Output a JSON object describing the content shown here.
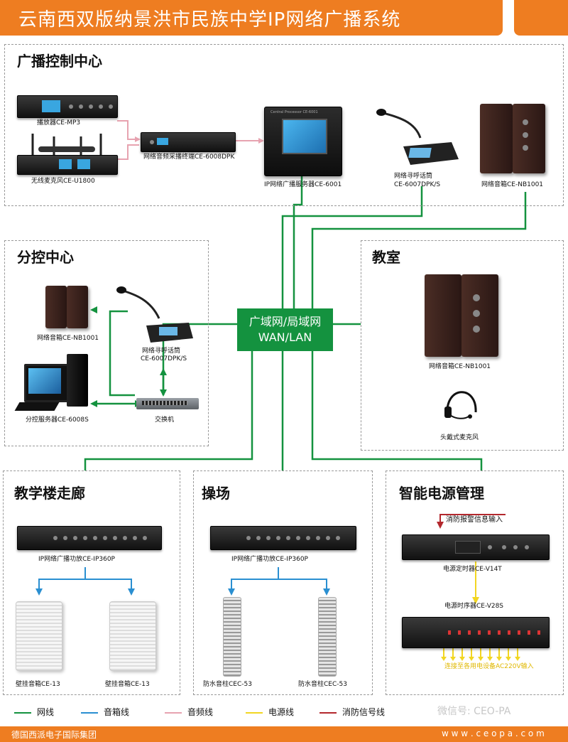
{
  "header": {
    "title": "云南西双版纳景洪市民族中学IP网络广播系统"
  },
  "sections": {
    "control": "广播控制中心",
    "sub": "分控中心",
    "classroom": "教室",
    "corridor": "教学楼走廊",
    "playground": "操场",
    "power": "智能电源管理"
  },
  "devices": {
    "mp3": "播放器CE-MP3",
    "mic_wireless": "无线麦克风CE-U1800",
    "terminal": "网络音频采播终端CE-6008DPK",
    "server": "IP网络广播服务器CE-6001",
    "paging": "网络寻呼话筒",
    "paging_model": "CE-6007DPK/S",
    "speaker_nb": "网络音箱CE-NB1001",
    "speaker_sub": "网络音箱CE-NB1001",
    "paging_sub": "网络寻呼话筒",
    "paging_sub_model": "CE-6007DPK/S",
    "sub_server": "分控服务器CE-6008S",
    "switch": "交换机",
    "speaker_class": "网络音箱CE-NB1001",
    "headset": "头戴式麦克风",
    "amp_corridor": "IP网络广播功放CE-IP360P",
    "wall1": "壁挂音箱CE-13",
    "wall2": "壁挂音箱CE-13",
    "amp_play": "IP网络广播功放CE-IP360P",
    "col1": "防水音柱CEC-53",
    "col2": "防水音柱CEC-53",
    "fire_input": "消防报警信息输入",
    "timer": "电源定时器CE-V14T",
    "sequencer": "电源时序器CE-V28S",
    "ac_note": "连接至各用电设备AC220V输入",
    "server_screen": "Central Processor CE-6001"
  },
  "wan": {
    "line1": "广域网/局域网",
    "line2": "WAN/LAN"
  },
  "legend": [
    {
      "label": "网线",
      "color": "#14923f"
    },
    {
      "label": "音箱线",
      "color": "#2a8fd1"
    },
    {
      "label": "音频线",
      "color": "#e7a3b0"
    },
    {
      "label": "电源线",
      "color": "#f2d622"
    },
    {
      "label": "消防信号线",
      "color": "#b3282d"
    }
  ],
  "footer": {
    "company": "德国西派电子国际集团",
    "url": "w w w . c e o p a . c o m",
    "wechat": "微信号: CEO-PA"
  }
}
